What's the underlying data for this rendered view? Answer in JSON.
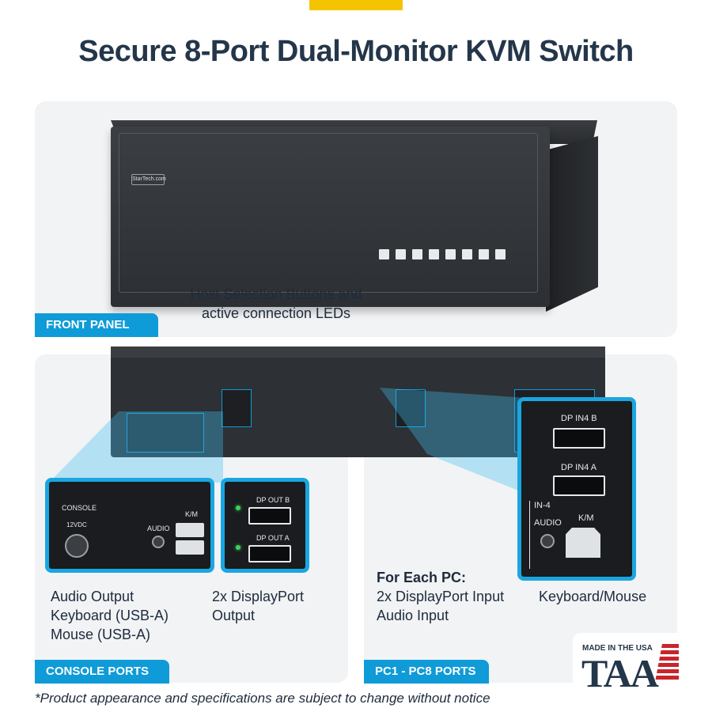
{
  "title": "Secure 8-Port Dual-Monitor KVM Switch",
  "front_panel": {
    "tag": "FRONT PANEL",
    "caption_line1": "Host Selection Buttons and",
    "caption_line2": "active connection LEDs",
    "logo": "StarTech.com"
  },
  "console_ports": {
    "tag": "CONSOLE PORTS",
    "zoom_left": {
      "console": "CONSOLE",
      "power": "12VDC",
      "audio": "AUDIO",
      "km": "K/M"
    },
    "zoom_right": {
      "dp_b": "DP OUT B",
      "dp_a": "DP OUT A"
    },
    "desc_left": [
      "Audio Output",
      "Keyboard (USB-A)",
      "Mouse (USB-A)"
    ],
    "desc_right": [
      "2x DisplayPort",
      "Output"
    ]
  },
  "pc_ports": {
    "tag": "PC1 - PC8 PORTS",
    "zoom": {
      "dp_b": "DP IN4 B",
      "dp_a": "DP IN4 A",
      "in": "IN-4",
      "audio": "AUDIO",
      "km": "K/M"
    },
    "desc_heading": "For Each PC:",
    "desc": [
      "2x DisplayPort Input",
      "Audio Input"
    ],
    "km_label": "Keyboard/Mouse"
  },
  "badge": {
    "made_in": "MADE IN THE USA",
    "text": "TAA"
  },
  "footer": "*Product appearance and specifications are subject to change without notice",
  "colors": {
    "accent": "#0f9bd7",
    "title": "#24364a",
    "topbar": "#f5c400",
    "panel": "#f1f3f5"
  }
}
